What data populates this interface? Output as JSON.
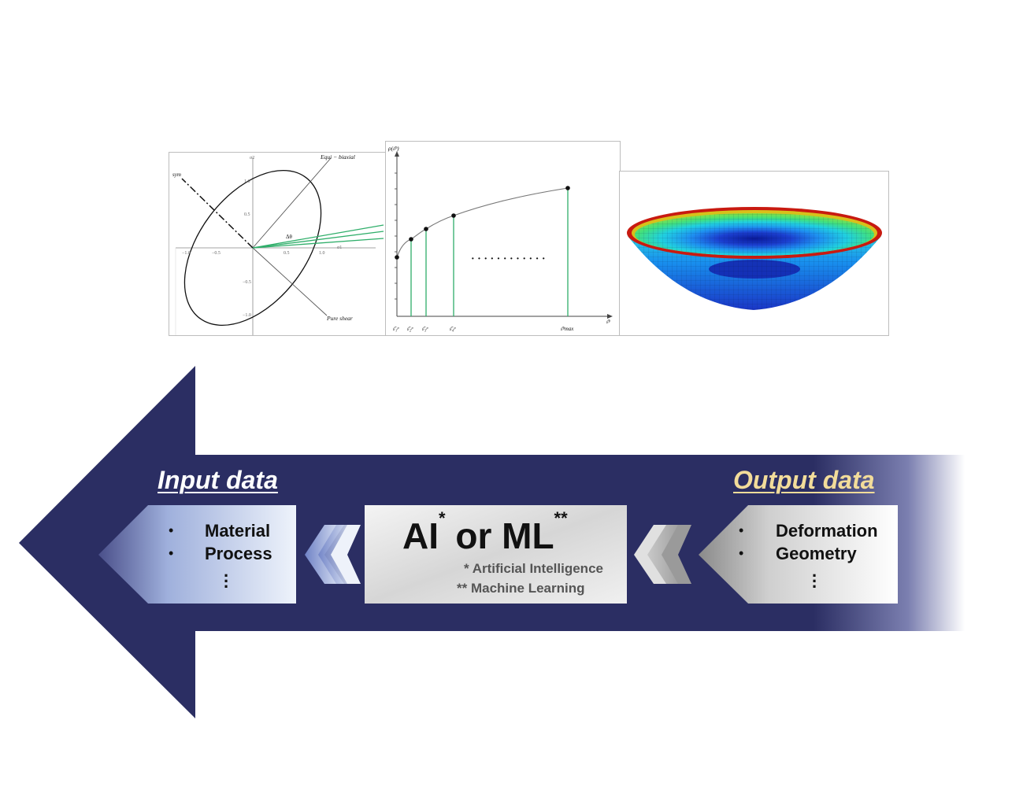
{
  "colors": {
    "arrow": "#2b2e63",
    "curve_green": "#2fae6a",
    "input_title": "#ffffff",
    "output_title": "#f2dc9a"
  },
  "plot1": {
    "axis_x": "σ1",
    "axis_y": "σ2",
    "ticks_x": [
      "−1.0",
      "−0.5",
      "0.5",
      "1.0"
    ],
    "ticks_y": [
      "1.0",
      "0.5",
      "−0.5",
      "−1.0"
    ],
    "label_sym": "sym",
    "label_equi": "Equi − biaxial",
    "label_pure": "Pure shear",
    "label_dtheta": "Δθ"
  },
  "plot2": {
    "ylabel": "ρ(ε̄ᵖ)",
    "xlabel": "ε̄ᵖ",
    "ticks": [
      "ε̄₁ᵖ",
      "ε̄₂ᵖ",
      "ε̄₃ᵖ",
      "ε̄₄ᵖ",
      "ε̄ᵖmax"
    ],
    "dots": "· · · · · · · · · · · ·"
  },
  "plot3": {
    "description_icon": "bowl-mesh-icon"
  },
  "flow": {
    "input_title": "Input data",
    "output_title": "Output data",
    "input_items": [
      "Material",
      "Process"
    ],
    "output_items": [
      "Deformation",
      "Geometry"
    ],
    "bullet": "•",
    "ai_label_ai": "AI",
    "ai_label_sup1": "*",
    "ai_label_or": " or ML",
    "ai_label_sup2": "**",
    "note1": "* Artificial Intelligence",
    "note2": "** Machine Learning"
  }
}
